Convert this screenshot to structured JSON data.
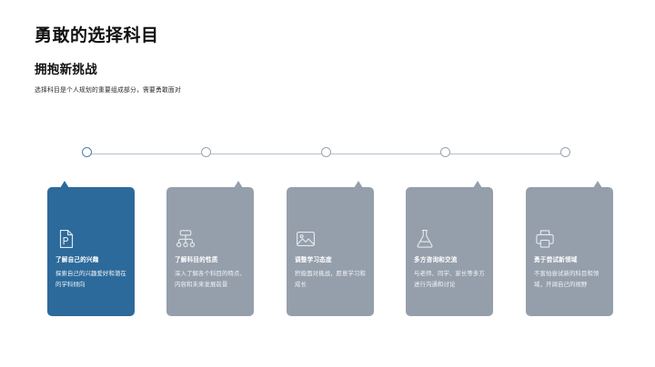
{
  "slide": {
    "title": "勇敢的选择科目",
    "subtitle": "拥抱新挑战",
    "description": "选择科目是个人规划的重要组成部分，需要勇敢面对",
    "accent_color": "#2c6a9b",
    "muted_color": "#959fab",
    "timeline_line_color": "#b9c2cc",
    "background_color": "#ffffff"
  },
  "timeline": {
    "nodes": [
      {
        "state": "active",
        "color": "#4a7fa8"
      },
      {
        "state": "inactive",
        "color": "#9aa5b1"
      },
      {
        "state": "inactive",
        "color": "#9aa5b1"
      },
      {
        "state": "inactive",
        "color": "#9aa5b1"
      },
      {
        "state": "inactive",
        "color": "#9aa5b1"
      }
    ]
  },
  "cards": [
    {
      "icon": "document-p-icon",
      "title": "了解自己的兴趣",
      "body": "探索自己的兴趣爱好和潜在的学科倾向",
      "style": "accent"
    },
    {
      "icon": "sitemap-icon",
      "title": "了解科目的性质",
      "body": "深入了解各个科目的特点、内容和未来发展前景",
      "style": "muted"
    },
    {
      "icon": "image-icon",
      "title": "调整学习态度",
      "body": "积极面对挑战，愿意学习和成长",
      "style": "muted"
    },
    {
      "icon": "flask-icon",
      "title": "多方咨询和交流",
      "body": "与老师、同学、家长等多方进行沟通和讨论",
      "style": "muted"
    },
    {
      "icon": "printer-icon",
      "title": "勇于尝试新领域",
      "body": "不害怕尝试新的科目和领域，开阔自己的视野",
      "style": "muted"
    }
  ]
}
